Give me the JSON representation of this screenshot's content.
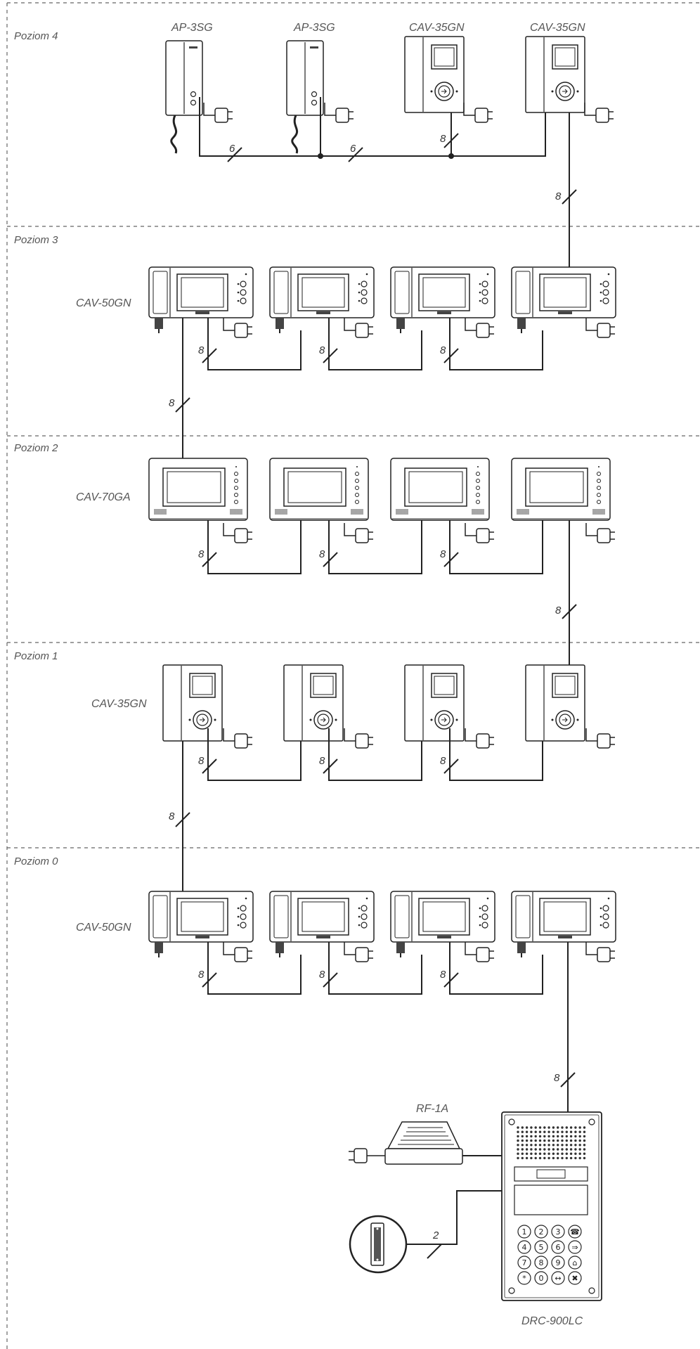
{
  "levels": [
    {
      "label": "Poziom 4"
    },
    {
      "label": "Poziom 3"
    },
    {
      "label": "Poziom 2"
    },
    {
      "label": "Poziom 1"
    },
    {
      "label": "Poziom 0"
    }
  ],
  "models": {
    "l4_a": "AP-3SG",
    "l4_b": "AP-3SG",
    "l4_c": "CAV-35GN",
    "l4_d": "CAV-35GN",
    "l3": "CAV-50GN",
    "l2": "CAV-70GA",
    "l1": "CAV-35GN",
    "l0": "CAV-50GN",
    "power": "RF-1A",
    "panel": "DRC-900LC"
  },
  "wires": {
    "eight": "8",
    "six": "6",
    "two": "2"
  },
  "keypad": [
    "1",
    "2",
    "3",
    "☎",
    "4",
    "5",
    "6",
    "⇒",
    "7",
    "8",
    "9",
    "⌂",
    "*",
    "0",
    "↔",
    "✖"
  ]
}
